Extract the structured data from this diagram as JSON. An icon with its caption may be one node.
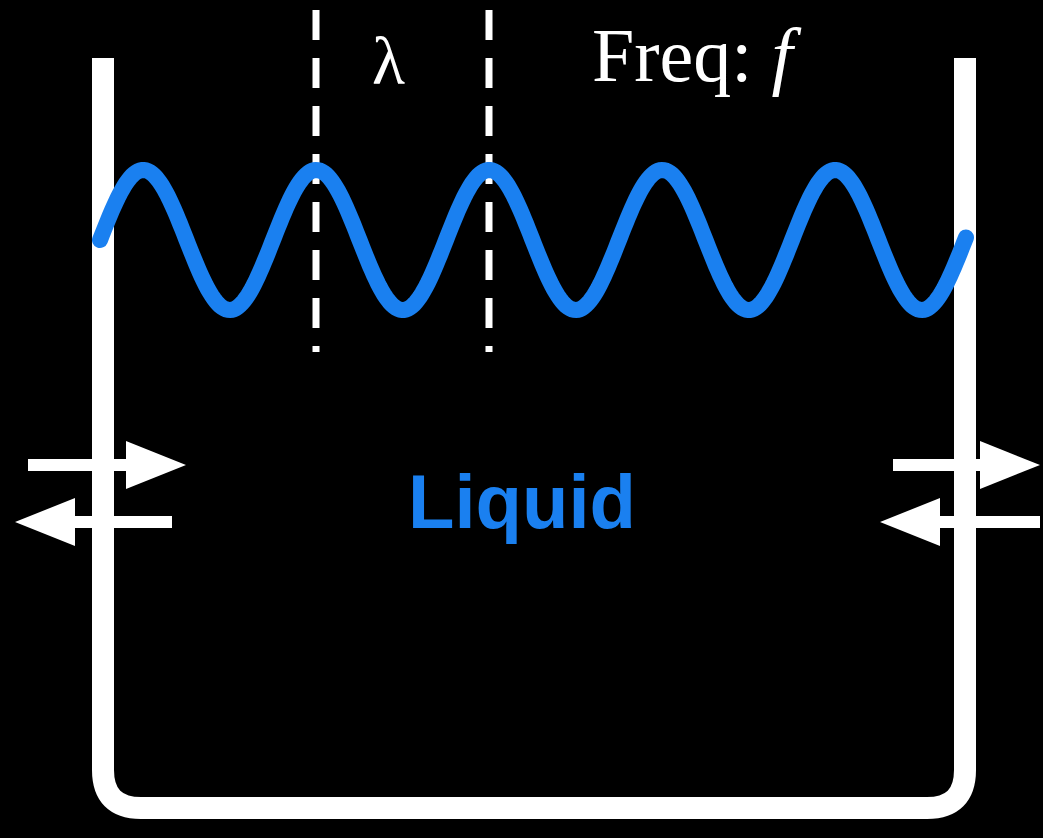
{
  "diagram": {
    "labels": [
      "λ",
      "Freq: *f*",
      "Liquid"
    ]
  }
}
